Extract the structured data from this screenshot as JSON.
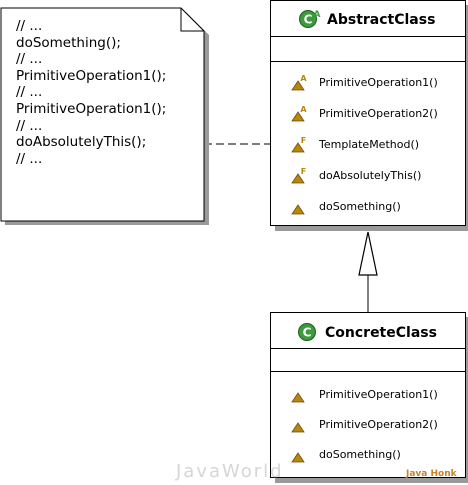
{
  "note": {
    "lines": [
      "// ...",
      "doSomething();",
      "// ...",
      "PrimitiveOperation1();",
      "// ...",
      "PrimitiveOperation1();",
      "// ...",
      "doAbsolutelyThis();",
      "// ..."
    ]
  },
  "abstract_class": {
    "name": "AbstractClass",
    "icon": "abstract-class-icon",
    "operations": [
      {
        "label": "PrimitiveOperation1()",
        "icon": "abstract-method-icon",
        "badge": "A"
      },
      {
        "label": "PrimitiveOperation2()",
        "icon": "abstract-method-icon",
        "badge": "A"
      },
      {
        "label": "TemplateMethod()",
        "icon": "final-method-icon",
        "badge": "F"
      },
      {
        "label": "doAbsolutelyThis()",
        "icon": "final-method-icon",
        "badge": "F"
      },
      {
        "label": "doSomething()",
        "icon": "protected-method-icon",
        "badge": ""
      }
    ]
  },
  "concrete_class": {
    "name": "ConcreteClass",
    "icon": "class-icon",
    "operations": [
      {
        "label": "PrimitiveOperation1()",
        "icon": "protected-method-icon",
        "badge": ""
      },
      {
        "label": "PrimitiveOperation2()",
        "icon": "protected-method-icon",
        "badge": ""
      },
      {
        "label": "doSomething()",
        "icon": "protected-method-icon",
        "badge": ""
      }
    ]
  },
  "relations": [
    {
      "type": "generalization",
      "from": "ConcreteClass",
      "to": "AbstractClass"
    },
    {
      "type": "note-attachment",
      "from": "note",
      "to": "TemplateMethod()"
    }
  ],
  "watermark": "JavaWorld",
  "brand": "Java Honk",
  "colors": {
    "class_icon_fill": "#3d9a3d",
    "method_icon_fill": "#b8860b",
    "badge_color": "#b8860b",
    "shadow": "#9a9a9a",
    "brand": "#c8822a"
  }
}
